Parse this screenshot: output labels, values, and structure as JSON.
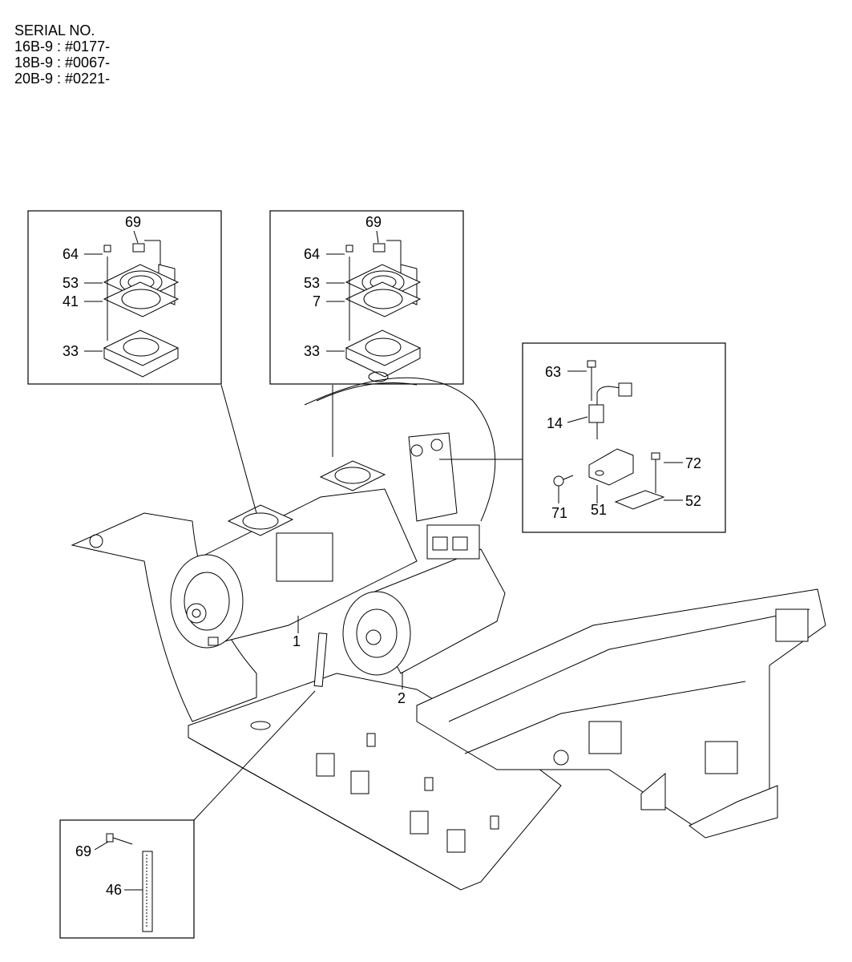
{
  "serial": {
    "title": "SERIAL NO.",
    "lines": [
      "16B-9 : #0177-",
      "18B-9 : #0067-",
      "20B-9 : #0221-"
    ]
  },
  "callouts": {
    "box1": {
      "c69": "69",
      "c64": "64",
      "c53": "53",
      "c41": "41",
      "c33": "33"
    },
    "box2": {
      "c69": "69",
      "c64": "64",
      "c53": "53",
      "c7": "7",
      "c33": "33"
    },
    "box3": {
      "c63": "63",
      "c14": "14",
      "c72": "72",
      "c71": "71",
      "c51": "51",
      "c52": "52"
    },
    "box4": {
      "c69": "69",
      "c46": "46"
    },
    "main": {
      "c1": "1",
      "c2": "2"
    }
  }
}
